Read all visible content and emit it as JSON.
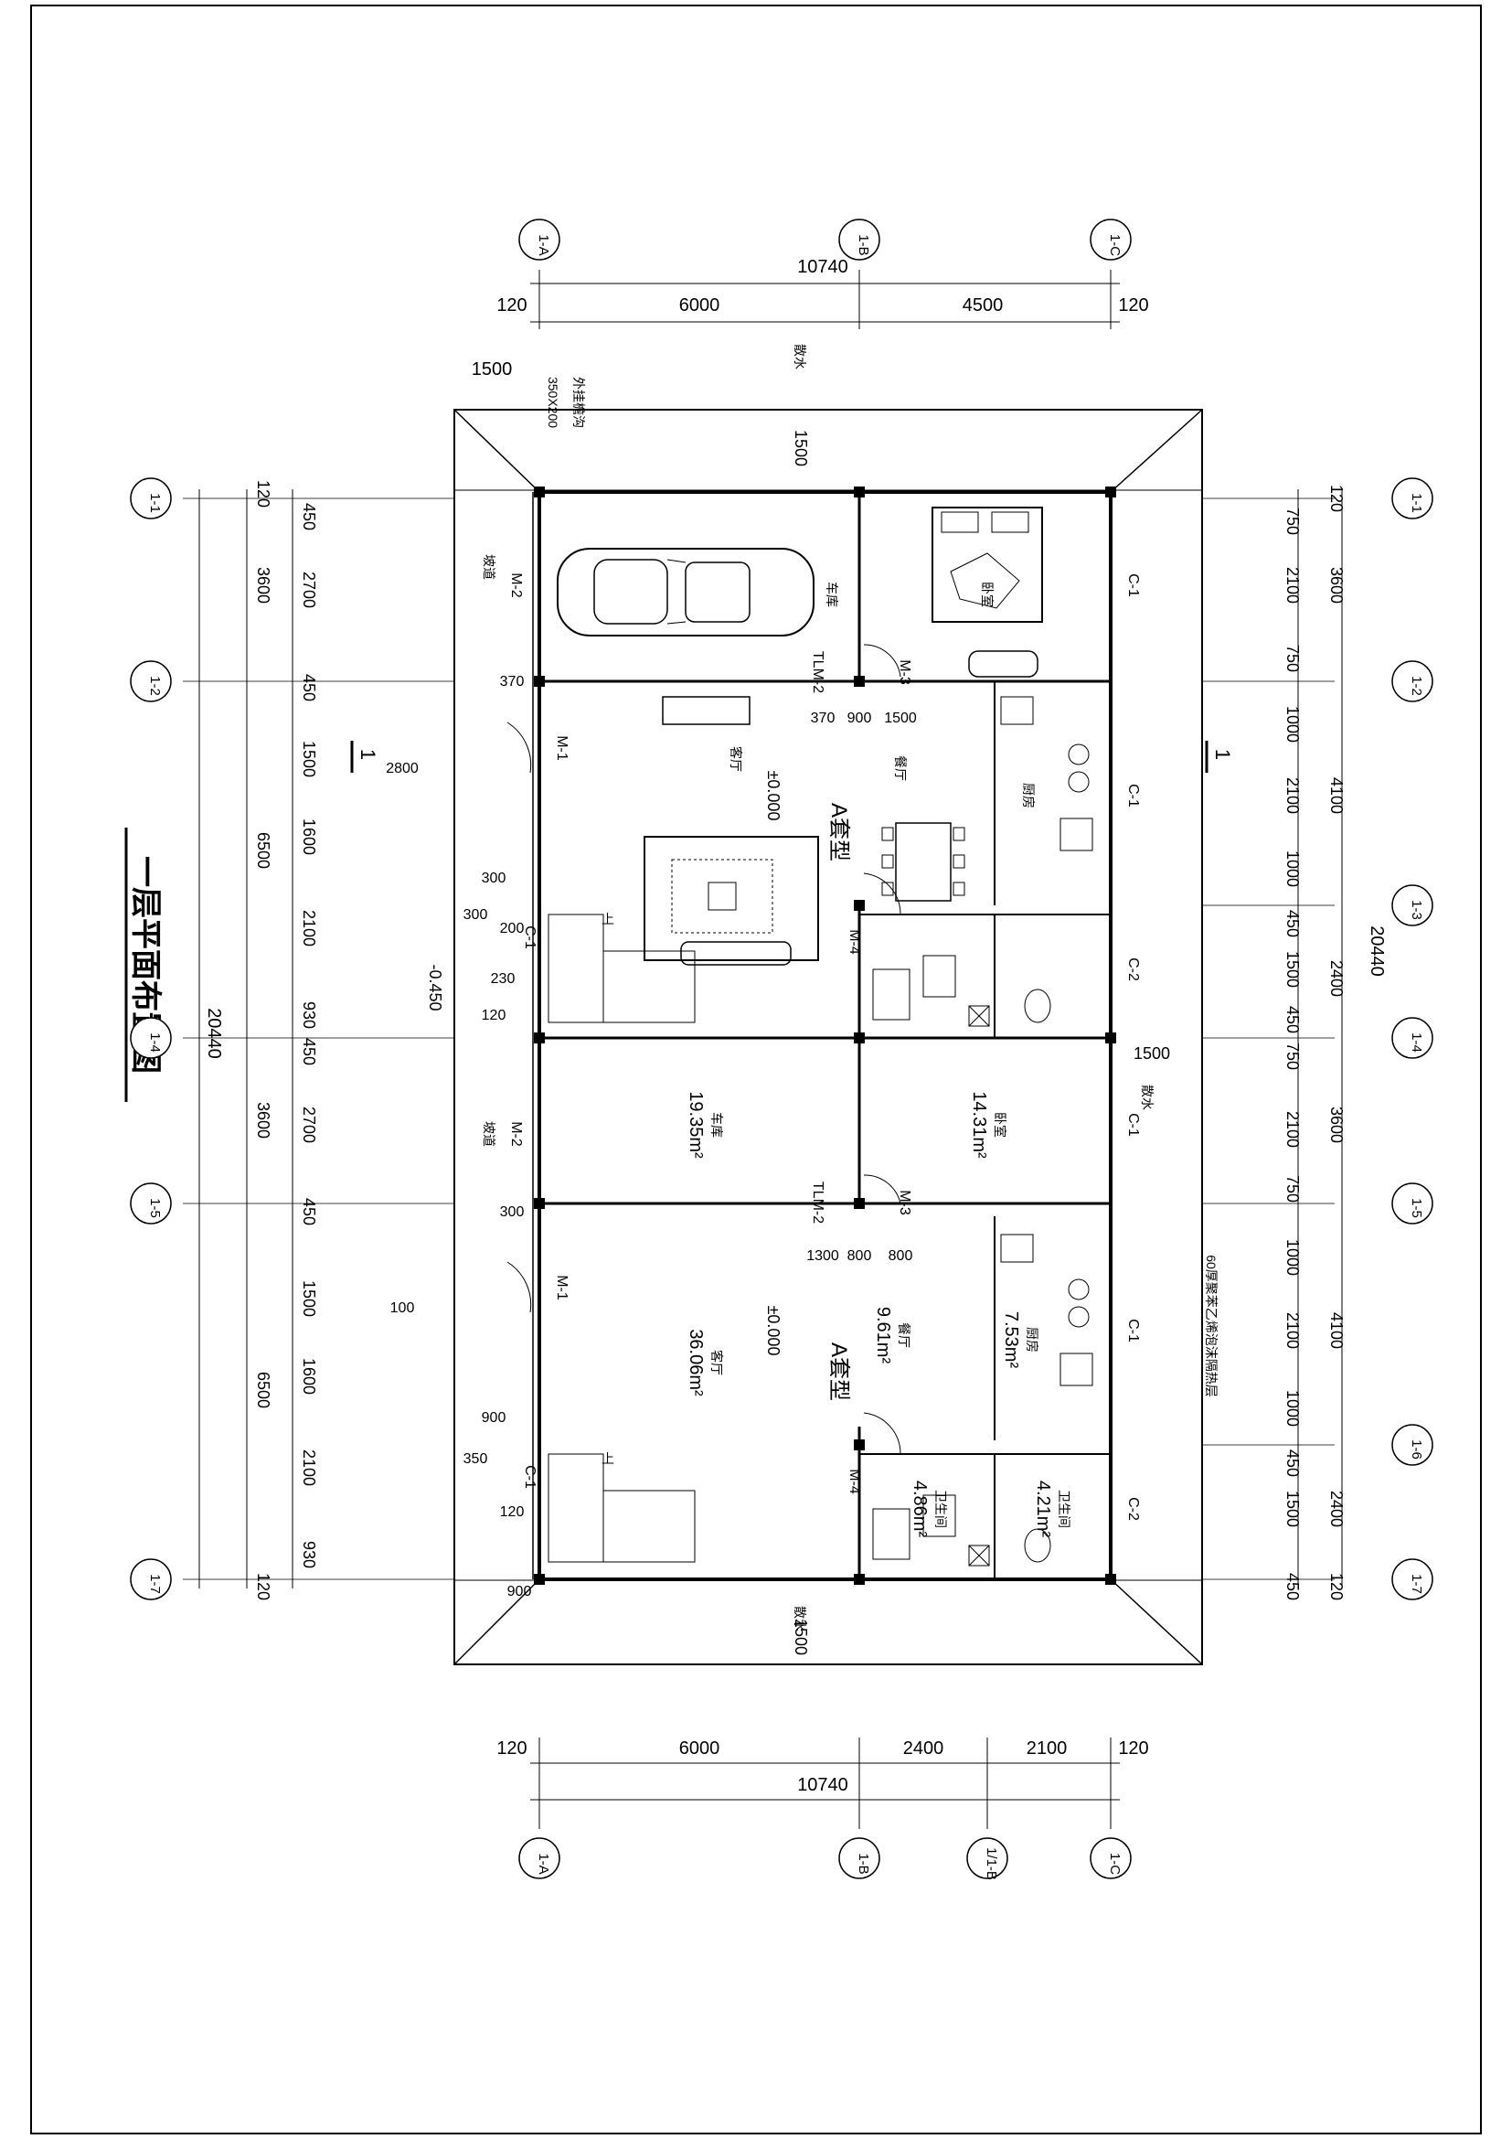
{
  "title": "一层平面布置图",
  "axes": {
    "top": [
      "1-A",
      "1-B",
      "1-C"
    ],
    "bottom": [
      "1-A",
      "1-B",
      "1/1-B",
      "1-C"
    ],
    "left": [
      "1-1",
      "1-2",
      "1-4",
      "1-5",
      "1-7"
    ],
    "right": [
      "1-1",
      "1-2",
      "1-3",
      "1-4",
      "1-5",
      "1-6",
      "1-7"
    ]
  },
  "dims": {
    "top_total": "10740",
    "top_parts": [
      "120",
      "6000",
      "4500",
      "120"
    ],
    "bottom_total": "10740",
    "bottom_parts": [
      "120",
      "6000",
      "2400",
      "2100",
      "120"
    ],
    "left_total": "20440",
    "left_mid": [
      "120",
      "3600",
      "6500",
      "3600",
      "6500",
      "120"
    ],
    "left_inner": [
      "450",
      "2700",
      "450",
      "1500",
      "1600",
      "2100",
      "930",
      "450",
      "2700",
      "450",
      "1500",
      "1600",
      "2100",
      "930"
    ],
    "right_total": "20440",
    "right_mid": [
      "120",
      "3600",
      "4100",
      "2400",
      "3600",
      "4100",
      "2400",
      "120"
    ],
    "right_inner": [
      "750",
      "2100",
      "750",
      "1000",
      "2100",
      "1000",
      "450",
      "1500",
      "450",
      "750",
      "2100",
      "750",
      "1000",
      "2100",
      "1000",
      "450",
      "1500",
      "450"
    ],
    "overhang": "1500",
    "gutter": "350X200",
    "gutter_label": "外挂檐沟",
    "misc": [
      "2800",
      "100",
      "370",
      "300",
      "300",
      "900",
      "300",
      "200",
      "350",
      "230",
      "120",
      "120",
      "900",
      "370",
      "900",
      "1500",
      "1300",
      "800",
      "800"
    ]
  },
  "rooms": [
    {
      "name": "车库",
      "area": "19.35m²"
    },
    {
      "name": "卧室",
      "area": "14.31m²"
    },
    {
      "name": "客厅",
      "area": "36.06m²"
    },
    {
      "name": "餐厅",
      "area": "9.61m²"
    },
    {
      "name": "厨房",
      "area": "7.53m²"
    },
    {
      "name": "卫生间",
      "area": "4.86m²"
    },
    {
      "name": "卫生间",
      "area": "4.21m²"
    }
  ],
  "labels": {
    "type_a": "A套型",
    "elev_pos": "±0.000",
    "elev_neg": "-0.450",
    "slope": "散水",
    "ramp": "坡道",
    "stairs_up": "上",
    "section": "1",
    "note": "60厚聚苯乙烯泡沫隔热层"
  },
  "doors": [
    "M-1",
    "M-2",
    "M-3",
    "M-4",
    "TLM-2",
    "C-1",
    "C-2"
  ]
}
